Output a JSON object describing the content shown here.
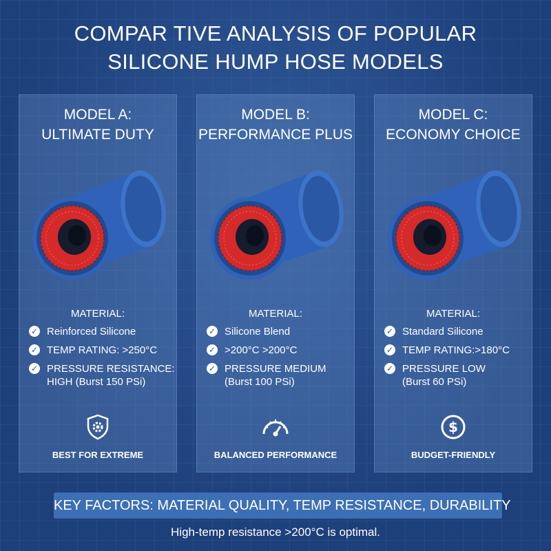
{
  "title": {
    "line1": "COMPAR TIVE ANALYSIS OF POPULAR",
    "line2": "SILICONE HUMP HOSE MODELS"
  },
  "colors": {
    "background": "#1d3f7a",
    "card": "#5f86c0",
    "hose": "#2f62b8",
    "inner": "#d42a2a",
    "key_bar": "#3c6fb4"
  },
  "cards": [
    {
      "title_line1": "MODEL A:",
      "title_line2": "ULTIMATE DUTY",
      "material_heading": "MATERIAL:",
      "spec1": [
        "Reinforced Silicone"
      ],
      "spec2": [
        "TEMP RATING: >250°C"
      ],
      "spec3": [
        "PRESSURE RESISTANCE:",
        "HIGH (Burst 150 PSi)"
      ],
      "icon": "shield-gear-icon",
      "badge": "BEST FOR EXTREME"
    },
    {
      "title_line1": "MODEL B:",
      "title_line2": "PERFORMANCE PLUS",
      "material_heading": "MATERIAL:",
      "spec1": [
        "Silicone Blend"
      ],
      "spec2": [
        ">200°C >200°C"
      ],
      "spec3": [
        "PRESSURE MEDIUM",
        "(Burst 100 PSi)"
      ],
      "icon": "gauge-icon",
      "badge": "BALANCED PERFORMANCE"
    },
    {
      "title_line1": "MODEL C:",
      "title_line2": "ECONOMY CHOICE",
      "material_heading": "MATERIAL:",
      "spec1": [
        "Standard Silicone"
      ],
      "spec2": [
        "TEMP RATING:>180°C"
      ],
      "spec3": [
        "PRESSURE LOW",
        "(Burst 60 PSi)"
      ],
      "icon": "dollar-icon",
      "badge": "BUDGET-FRIENDLY"
    }
  ],
  "key_factors": "KEY FACTORS: MATERIAL QUALITY, TEMP RESISTANCE, DURABILITY",
  "footnote": "High-temp resistance >200°C is optimal."
}
